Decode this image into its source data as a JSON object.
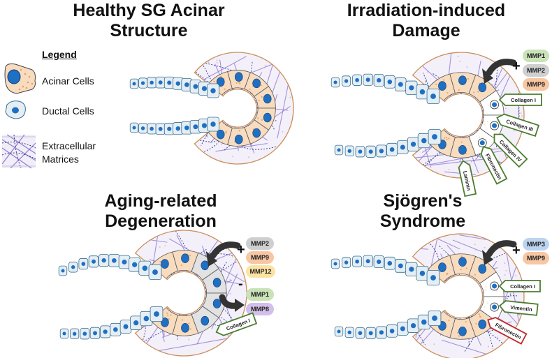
{
  "titles": {
    "healthy": [
      "Healthy SG Acinar",
      "Structure"
    ],
    "irradiation": [
      "Irradiation-induced",
      "Damage"
    ],
    "aging": [
      "Aging-related",
      "Degeneration"
    ],
    "sjogren": [
      "Sjögren's",
      "Syndrome"
    ]
  },
  "legend": {
    "title": "Legend",
    "acinar": "Acinar Cells",
    "ductal": "Ductal Cells",
    "ecm_line1": "Extracellular",
    "ecm_line2": "Matrices"
  },
  "irradiation": {
    "plus": "+",
    "mmps": [
      "MMP1",
      "MMP2",
      "MMP9"
    ],
    "ecm": [
      "Collagen I",
      "Collagen III",
      "Collagen IV",
      "Fibronectin",
      "Laminin"
    ]
  },
  "aging": {
    "plus": "+",
    "minus": "-",
    "up": [
      "MMP2",
      "MMP9",
      "MMP12"
    ],
    "down": [
      "MMP1",
      "MMP8"
    ],
    "ecm": [
      "Collagen I"
    ]
  },
  "sjogren": {
    "plus": "+",
    "mmps": [
      "MMP3",
      "MMP9"
    ],
    "ecm": [
      "Collagen I",
      "Vimentin",
      "Fibronectin"
    ]
  },
  "colors": {
    "mmp1": "#c9e2b8",
    "mmp2": "#cfcfcf",
    "mmp9": "#f7c6a3",
    "mmp12": "#fbe3a3",
    "mmp8": "#d3c0ea",
    "mmp3": "#bdd4f0",
    "tag_green": "#4a7d2f",
    "tag_red": "#c0272d",
    "nucleus": "#1f6fc2",
    "duct_fill": "#e4eef4",
    "acinar_fill": "#f8dcc0",
    "capsule": "#c98f5a",
    "ecm_line_blue": "#2e3a8c",
    "ecm_line_purple": "#8f7bd0"
  }
}
